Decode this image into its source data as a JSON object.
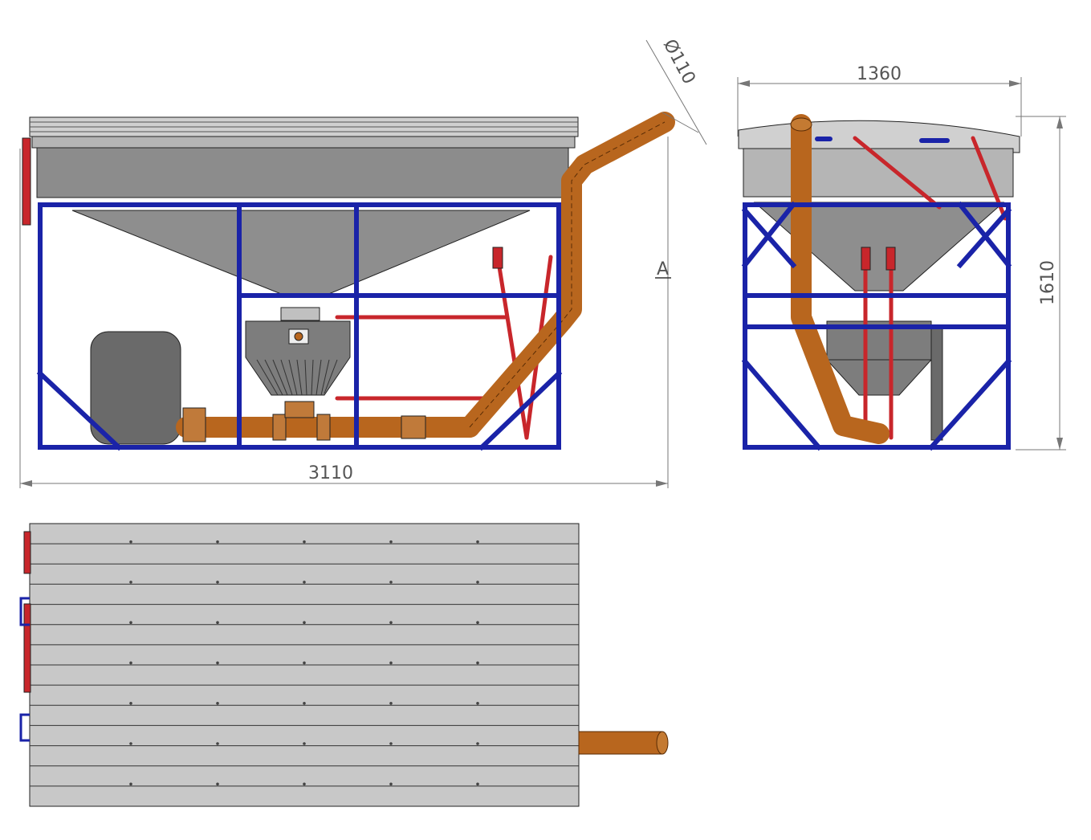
{
  "dimensions": {
    "pipe_diameter": "Ø110",
    "length": "3110",
    "width": "1360",
    "height": "1610"
  },
  "section_marker": "A",
  "colors": {
    "frame": "#1a23a8",
    "pipe": "#b8661e",
    "hopper": "#8c8c8c",
    "lid": "#c8c8c8",
    "handle": "#c8262b",
    "tank": "#6a6a6a"
  },
  "views": {
    "front": {
      "frame_x_mid": 2,
      "plank_count": 0
    },
    "top": {
      "plank_count": 14
    }
  }
}
